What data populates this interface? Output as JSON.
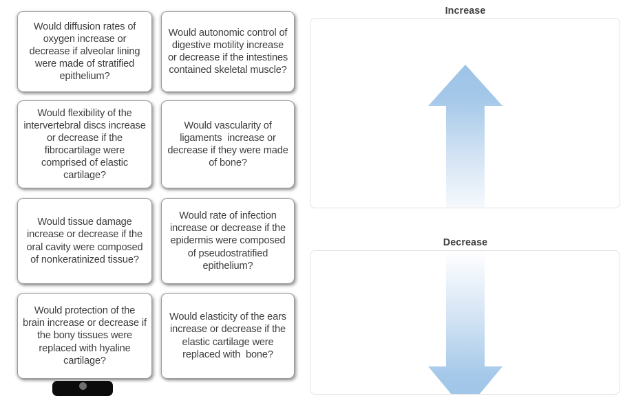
{
  "cards": [
    {
      "id": "card-diffusion-oxygen",
      "column": "a",
      "row": 1,
      "text": "Would diffusion rates of oxygen increase or decrease if alveolar lining were made of stratified epithelium?"
    },
    {
      "id": "card-autonomic-digestive-motility",
      "column": "b",
      "row": 1,
      "text": "Would autonomic control of digestive motility increase or decrease if the intestines contained skeletal muscle?"
    },
    {
      "id": "card-intervertebral-discs",
      "column": "a",
      "row": 2,
      "text": "Would flexibility of the intervertebral discs increase or decrease if the fibrocartilage were comprised of elastic cartilage?"
    },
    {
      "id": "card-vascularity-ligaments",
      "column": "b",
      "row": 2,
      "text": "Would vascularity of ligaments  increase or decrease if they were made of bone?"
    },
    {
      "id": "card-tissue-damage-oral-cavity",
      "column": "a",
      "row": 3,
      "text": "Would tissue damage increase or decrease if the oral cavity were composed of nonkeratinized tissue?"
    },
    {
      "id": "card-rate-of-infection-epidermis",
      "column": "b",
      "row": 3,
      "text": "Would rate of infection increase or decrease if the epidermis were composed of pseudostratified epithelium?"
    },
    {
      "id": "card-protection-brain-bony-tissue",
      "column": "a",
      "row": 4,
      "text": "Would protection of the brain increase or decrease if the bony tissues were replaced with hyaline cartilage?"
    },
    {
      "id": "card-elasticity-ears",
      "column": "b",
      "row": 4,
      "text": "Would elasticity of the ears increase or decrease if the elastic cartilage were replaced with  bone?"
    }
  ],
  "panels": {
    "increase": {
      "title": "Increase",
      "arrow": "arrow-up-icon"
    },
    "decrease": {
      "title": "Decrease",
      "arrow": "arrow-down-icon"
    }
  },
  "colors": {
    "arrow_blue": "#9dc3e6",
    "card_text": "#3d3d3d",
    "title_text": "#3f3f3f",
    "card_border": "#9a9a9a",
    "panel_border": "#e2e2e2",
    "background": "#ffffff"
  }
}
